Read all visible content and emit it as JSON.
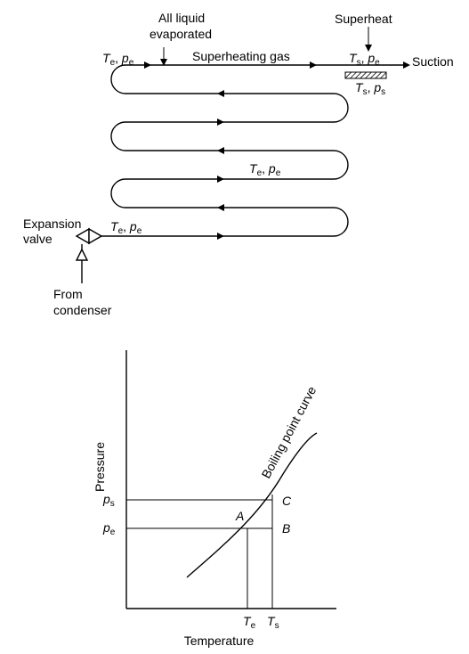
{
  "top_diagram": {
    "label_all_liquid_line1": "All liquid",
    "label_all_liquid_line2": "evaporated",
    "label_superheating_gas": "Superheating gas",
    "label_superheat": "Superheat",
    "label_suction": "Suction",
    "label_expansion_line1": "Expansion",
    "label_expansion_line2": "valve",
    "label_from_line1": "From",
    "label_from_line2": "condenser",
    "state_e": {
      "T": "T",
      "T_sub": "e",
      "p": "p",
      "p_sub": "e"
    },
    "state_s_e": {
      "T": "T",
      "T_sub": "s",
      "p": "p",
      "p_sub": "e"
    },
    "state_s_s": {
      "T": "T",
      "T_sub": "s",
      "p": "p",
      "p_sub": "s"
    }
  },
  "bottom_chart": {
    "ylabel": "Pressure",
    "xlabel": "Temperature",
    "curve_label": "Boiling point curve",
    "y_ticks": [
      {
        "main": "p",
        "sub": "s"
      },
      {
        "main": "p",
        "sub": "e"
      }
    ],
    "x_ticks": [
      {
        "main": "T",
        "sub": "e"
      },
      {
        "main": "T",
        "sub": "s"
      }
    ],
    "points": {
      "A": "A",
      "B": "B",
      "C": "C"
    }
  }
}
